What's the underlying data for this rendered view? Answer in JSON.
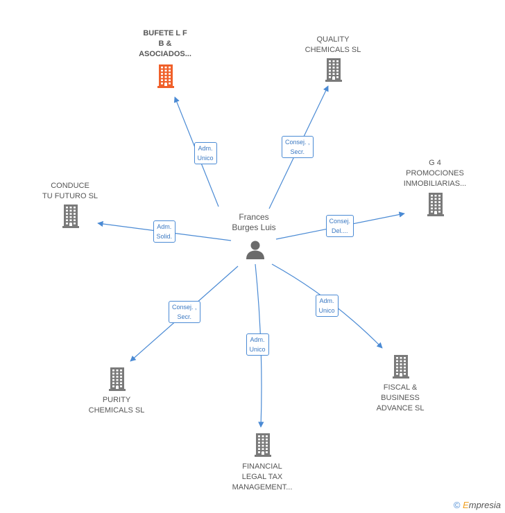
{
  "center": {
    "name": "Frances\nBurges Luis",
    "icon": "person-icon"
  },
  "companies": [
    {
      "key": "bufete",
      "name": "BUFETE L F\nB &\nASOCIADOS...",
      "highlight": true
    },
    {
      "key": "quality",
      "name": "QUALITY\nCHEMICALS  SL",
      "highlight": false
    },
    {
      "key": "g4",
      "name": "G 4\nPROMOCIONES\nINMOBILIARIAS...",
      "highlight": false
    },
    {
      "key": "conduce",
      "name": "CONDUCE\nTU FUTURO  SL",
      "highlight": false
    },
    {
      "key": "purity",
      "name": "PURITY\nCHEMICALS  SL",
      "highlight": false
    },
    {
      "key": "financial",
      "name": "FINANCIAL\nLEGAL TAX\nMANAGEMENT...",
      "highlight": false
    },
    {
      "key": "fiscal",
      "name": "FISCAL &\nBUSINESS\nADVANCE  SL",
      "highlight": false
    }
  ],
  "relations": [
    {
      "to": "bufete",
      "label": "Adm.\nUnico"
    },
    {
      "to": "quality",
      "label": "Consej. ,\nSecr."
    },
    {
      "to": "g4",
      "label": "Consej.\nDel...."
    },
    {
      "to": "conduce",
      "label": "Adm.\nSolid."
    },
    {
      "to": "purity",
      "label": "Consej. ,\nSecr."
    },
    {
      "to": "financial",
      "label": "Adm.\nUnico"
    },
    {
      "to": "fiscal",
      "label": "Adm.\nUnico"
    }
  ],
  "colors": {
    "edge": "#4a8ad4",
    "building": "#7a7a7a",
    "highlight": "#f0602a",
    "person": "#6b6b6b"
  },
  "footer": {
    "copyright": "©",
    "brand_e": "E",
    "brand_rest": "mpresia"
  }
}
